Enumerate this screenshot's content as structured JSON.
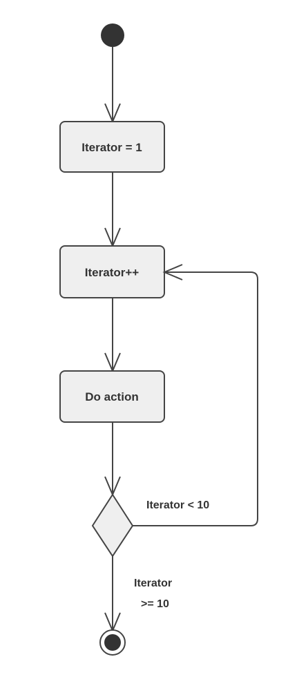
{
  "nodes": {
    "init": {
      "label": "Iterator = 1"
    },
    "increment": {
      "label": "Iterator++"
    },
    "action": {
      "label": "Do action"
    }
  },
  "guards": {
    "loop": "Iterator < 10",
    "exit_line1": "Iterator",
    "exit_line2": ">= 10"
  },
  "colors": {
    "stroke": "#444444",
    "node_fill": "#efefef",
    "text": "#333333",
    "dot": "#333333"
  }
}
